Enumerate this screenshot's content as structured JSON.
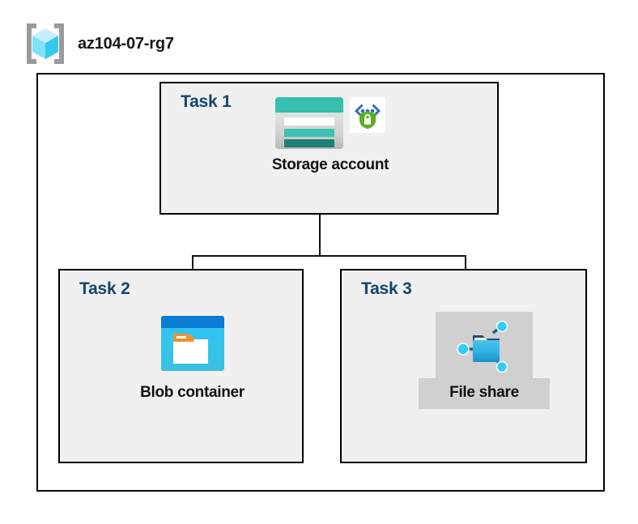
{
  "diagram": {
    "type": "azure-architecture",
    "header": {
      "icon": "resource-group-cube-icon",
      "title": "az104-07-rg7"
    },
    "group_box": {
      "name": "resource-group-boundary"
    },
    "tasks": [
      {
        "id": "task-1",
        "label": "Task 1",
        "node": {
          "caption": "Storage account",
          "primary_icon": "storage-account-icon",
          "secondary_icon": "secure-transfer-shield-icon",
          "highlighted": false
        }
      },
      {
        "id": "task-2",
        "label": "Task 2",
        "node": {
          "caption": "Blob container",
          "primary_icon": "blob-container-icon",
          "secondary_icon": null,
          "highlighted": false
        }
      },
      {
        "id": "task-3",
        "label": "Task 3",
        "node": {
          "caption": "File share",
          "primary_icon": "file-share-icon",
          "secondary_icon": null,
          "highlighted": true
        }
      }
    ],
    "connections": [
      {
        "from": "Storage account",
        "to": "Blob container"
      },
      {
        "from": "Storage account",
        "to": "File share"
      }
    ],
    "colors": {
      "task_label": "#12456f",
      "caption": "#121212",
      "box_fill": "#f0f0f0",
      "box_border": "#000000",
      "canvas": "#ffffff",
      "highlight": "#d0d0d0",
      "connector": "#111111",
      "storage_teal": "#37bfb0",
      "storage_teal_dark": "#1f7f75",
      "blob_blue": "#0a7cd4",
      "blob_cyan": "#2ec5f0",
      "blob_orange": "#f2912c",
      "fileshare_blue": "#2aa8e0",
      "fileshare_node": "#33ccff",
      "shield_green": "#5aaf1e",
      "bracket_blue": "#2f6fc4",
      "rg_cube_light": "#c8f0fc",
      "rg_cube_mid": "#5ad9f5",
      "rg_cube_dark": "#35c8ee",
      "rg_bracket_gray": "#9a9a9a"
    }
  }
}
